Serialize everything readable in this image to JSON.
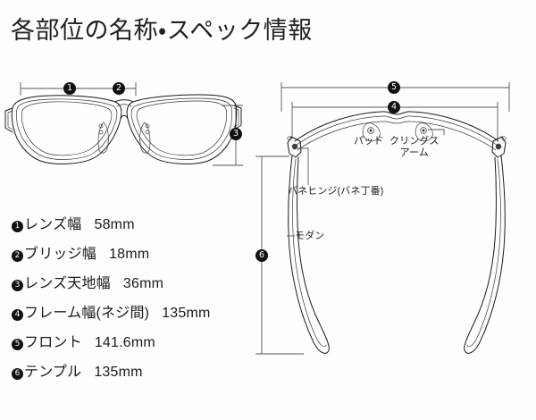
{
  "page": {
    "title": "各部位の名称・スペック情報",
    "background_color": "#fefefe",
    "ink_color": "#1a1a1a",
    "badge_color": "#111111"
  },
  "front_view": {
    "name": "眼鏡 正面図",
    "dimension_markers": [
      {
        "id": "1",
        "glyph": "❶",
        "position": "lens-width",
        "orientation": "horizontal"
      },
      {
        "id": "2",
        "glyph": "❷",
        "position": "bridge-width",
        "orientation": "horizontal"
      },
      {
        "id": "3",
        "glyph": "❸",
        "position": "lens-height",
        "orientation": "vertical"
      }
    ]
  },
  "top_view": {
    "name": "眼鏡 上面図",
    "dimension_markers": [
      {
        "id": "4",
        "glyph": "❹",
        "position": "frame-width",
        "orientation": "horizontal"
      },
      {
        "id": "5",
        "glyph": "❺",
        "position": "front-width",
        "orientation": "horizontal"
      },
      {
        "id": "6",
        "glyph": "❻",
        "position": "temple-length",
        "orientation": "vertical"
      }
    ],
    "callouts": [
      {
        "key": "pad",
        "text": "パッド"
      },
      {
        "key": "klings_arm_line1",
        "text": "クリングス"
      },
      {
        "key": "klings_arm_line2",
        "text": "アーム"
      },
      {
        "key": "spring_hinge",
        "text": "バネヒンジ(バネ丁番)"
      },
      {
        "key": "modern",
        "text": "モダン"
      }
    ]
  },
  "spec_list": {
    "items": [
      {
        "badge": "❶",
        "number": "1",
        "label": "レンズ幅",
        "value": "58mm"
      },
      {
        "badge": "❷",
        "number": "2",
        "label": "ブリッジ幅",
        "value": "18mm"
      },
      {
        "badge": "❸",
        "number": "3",
        "label": "レンズ天地幅",
        "value": "36mm"
      },
      {
        "badge": "❹",
        "number": "4",
        "label": "フレーム幅(ネジ間)",
        "value": "135mm"
      },
      {
        "badge": "❺",
        "number": "5",
        "label": "フロント",
        "value": "141.6mm"
      },
      {
        "badge": "❻",
        "number": "6",
        "label": "テンプル",
        "value": "135mm"
      }
    ]
  }
}
